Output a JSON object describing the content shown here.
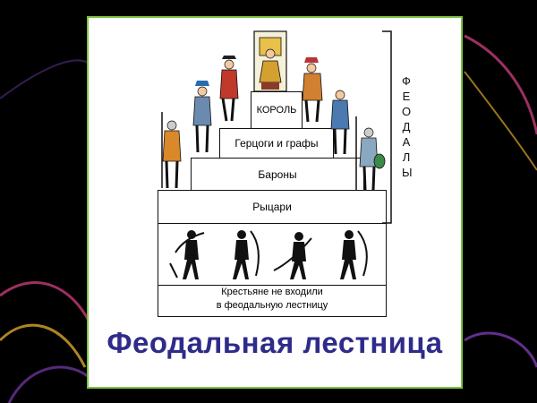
{
  "diagram": {
    "title": "Феодальная лестница",
    "group_label": "ФЕОДАЛЫ",
    "tiers": [
      {
        "id": "king",
        "label": "КОРОЛЬ"
      },
      {
        "id": "dukes",
        "label": "Герцоги и графы"
      },
      {
        "id": "barons",
        "label": "Бароны"
      },
      {
        "id": "knights",
        "label": "Рыцари"
      }
    ],
    "peasants": {
      "line1": "Крестьяне не входили",
      "line2": "в феодальную лестницу"
    }
  },
  "colors": {
    "background": "#000000",
    "slide_border": "#7cc242",
    "title": "#2f2b8a"
  }
}
